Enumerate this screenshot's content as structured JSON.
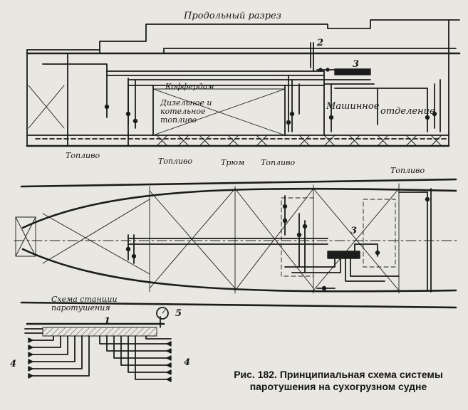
{
  "labels": {
    "longitudinal_section": "Продольный разрез",
    "cofferdam": "Коффердам",
    "fuel_tanks_1": "Дизельное и",
    "fuel_tanks_2": "котельное",
    "fuel_tanks_3": "топливо",
    "engine_room_1": "Машинное",
    "engine_room_2": "отделение",
    "fuel_1": "Топливо",
    "fuel_2": "Топливо",
    "hold": "Трюм",
    "fuel_3": "Топливо",
    "fuel_4": "Топливо",
    "station_scheme_1": "Схема станции",
    "station_scheme_2": "паротушения"
  },
  "numbers": {
    "n2": "2",
    "n3_top": "3",
    "n3_plan": "3",
    "n4_left": "4",
    "n4_right": "4",
    "n5": "5",
    "n1": "1"
  },
  "caption": {
    "line1": "Рис. 182. Принципиальная схема системы",
    "line2": "паротушения на сухогрузном судне"
  },
  "colors": {
    "paper": "#e9e7e1",
    "ink": "#1c1c1c"
  }
}
